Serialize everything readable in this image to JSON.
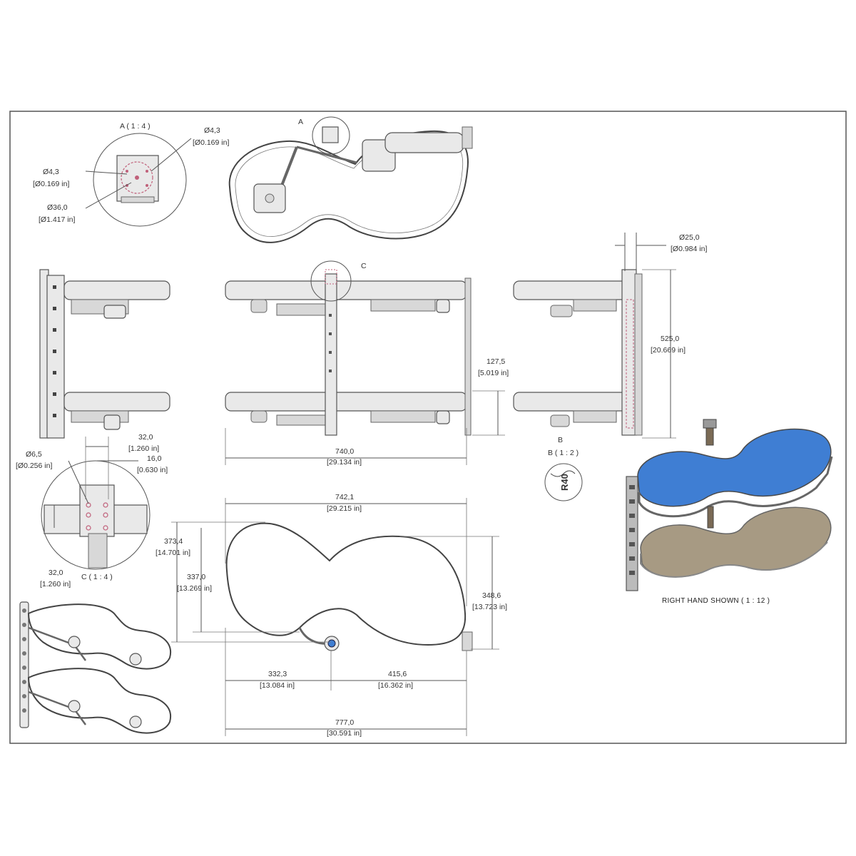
{
  "colors": {
    "top_shelf": "#3f7ed3",
    "bottom_shelf": "#a79a83",
    "frame": "#555555",
    "bracket": "#7a6a55"
  },
  "detail_a": {
    "title": "A ( 1 : 4 )",
    "hole_top": {
      "metric": "Ø4,3",
      "imperial": "[Ø0.169 in]"
    },
    "hole_left": {
      "metric": "Ø4,3",
      "imperial": "[Ø0.169 in]"
    },
    "bore": {
      "metric": "Ø36,0",
      "imperial": "[Ø1.417 in]"
    }
  },
  "callouts": {
    "a": "A",
    "b": "B",
    "c": "C"
  },
  "post": {
    "metric": "Ø25,0",
    "imperial": "[Ø0.984 in]"
  },
  "height": {
    "metric": "525,0",
    "imperial": "[20.669 in]"
  },
  "shelf_gap": {
    "metric": "127,5",
    "imperial": "[5.019 in]"
  },
  "front_width": {
    "metric": "740,0",
    "imperial": "[29.134 in]"
  },
  "detail_c_dims": {
    "hole": {
      "metric": "Ø6,5",
      "imperial": "[Ø0.256 in]"
    },
    "spacing": {
      "metric": "32,0",
      "imperial": "[1.260 in]"
    },
    "half": {
      "metric": "16,0",
      "imperial": "[0.630 in]"
    },
    "vertical": {
      "metric": "32,0",
      "imperial": "[1.260 in]"
    },
    "title": "C ( 1 : 4 )"
  },
  "detail_b": {
    "title": "B ( 1 : 2 )",
    "radius": "R40"
  },
  "plan": {
    "top_width": {
      "metric": "742,1",
      "imperial": "[29.215 in]"
    },
    "left_depth": {
      "metric": "373,4",
      "imperial": "[14.701 in]"
    },
    "inner_depth": {
      "metric": "337,0",
      "imperial": "[13.269 in]"
    },
    "right_depth": {
      "metric": "348,6",
      "imperial": "[13.723 in]"
    },
    "left_to_pivot": {
      "metric": "332,3",
      "imperial": "[13.084 in]"
    },
    "pivot_to_right": {
      "metric": "415,6",
      "imperial": "[16.362 in]"
    },
    "overall": {
      "metric": "777,0",
      "imperial": "[30.591 in]"
    }
  },
  "caption": "RIGHT HAND SHOWN ( 1 : 12 )"
}
